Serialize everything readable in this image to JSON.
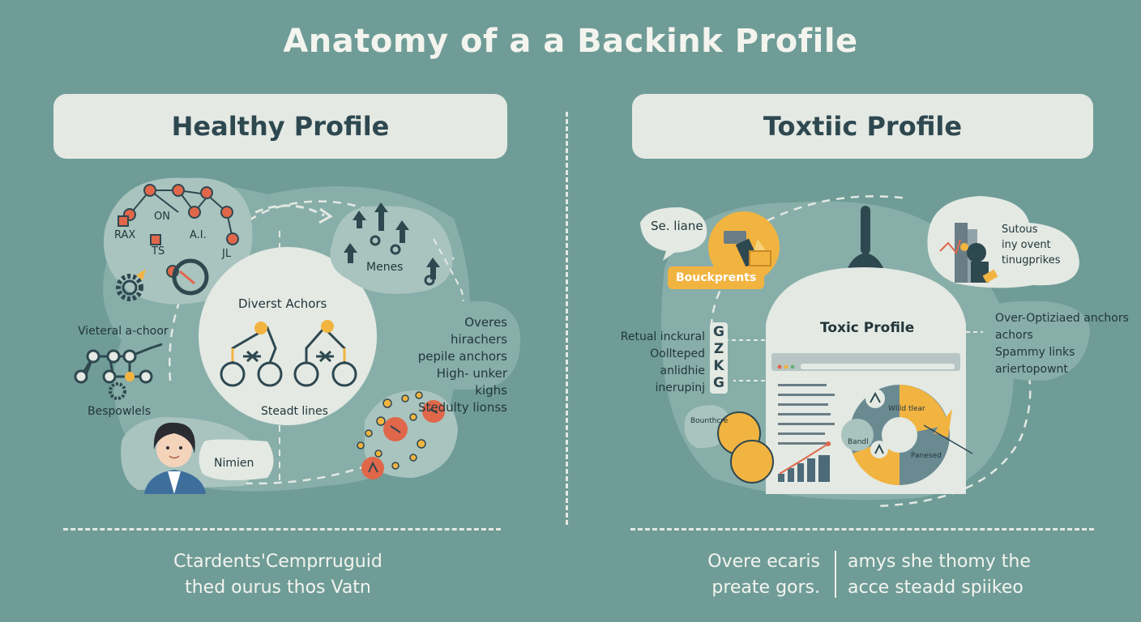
{
  "title": "Anatomy of a a Backink Profile",
  "left": {
    "heading": "Healthy Profile",
    "center_label": "Diverst Achors",
    "center_sub": "Steadt lines",
    "metric_label": "Menes",
    "node_labels": [
      "ON",
      "RAX",
      "A.I.",
      "TS",
      "JL"
    ],
    "side_left_label": "Vieteral a-choor",
    "side_left_bottom": "Bespowlels",
    "right_text": [
      "Overes hirachers",
      "pepile anchors",
      "High- unker kighs",
      "Stedulty lionss"
    ],
    "person_label": "Nimien",
    "caption": [
      "Ctardents'Cemprruguid",
      "thed ourus thos Vatn"
    ]
  },
  "right": {
    "heading": "Toxtiic Profile",
    "speech_label": "Se. liane",
    "tag_label": "Bouckprents",
    "center_label": "Toxic Profile",
    "top_right_text": [
      "Sutous",
      "iny ovent",
      "tinugprikes"
    ],
    "left_text": [
      "Retual inckural",
      "Oollteped",
      "anlidhie",
      "inerupinj"
    ],
    "gzkg": [
      "G",
      "Z",
      "K",
      "G"
    ],
    "right_text": [
      "Over-Optiziaed anchors",
      "achors",
      "Spammy links",
      "ariertopownt"
    ],
    "pie_label_1": "Wlild tlear",
    "pie_label_2": "Panesed",
    "badge_1": "Bandl",
    "small_bubble_left": "Bounthcre",
    "caption_left": [
      "Overe ecaris",
      "preate gors."
    ],
    "caption_right": [
      "amys she thomy the",
      "acce steadd spiikeo"
    ]
  },
  "colors": {
    "background": "#6f9c97",
    "panel": "#e4e9e3",
    "accent_orange": "#f2b440",
    "accent_red": "#e0674a",
    "dark": "#2e4850",
    "bubble": "#a9c4bf"
  }
}
